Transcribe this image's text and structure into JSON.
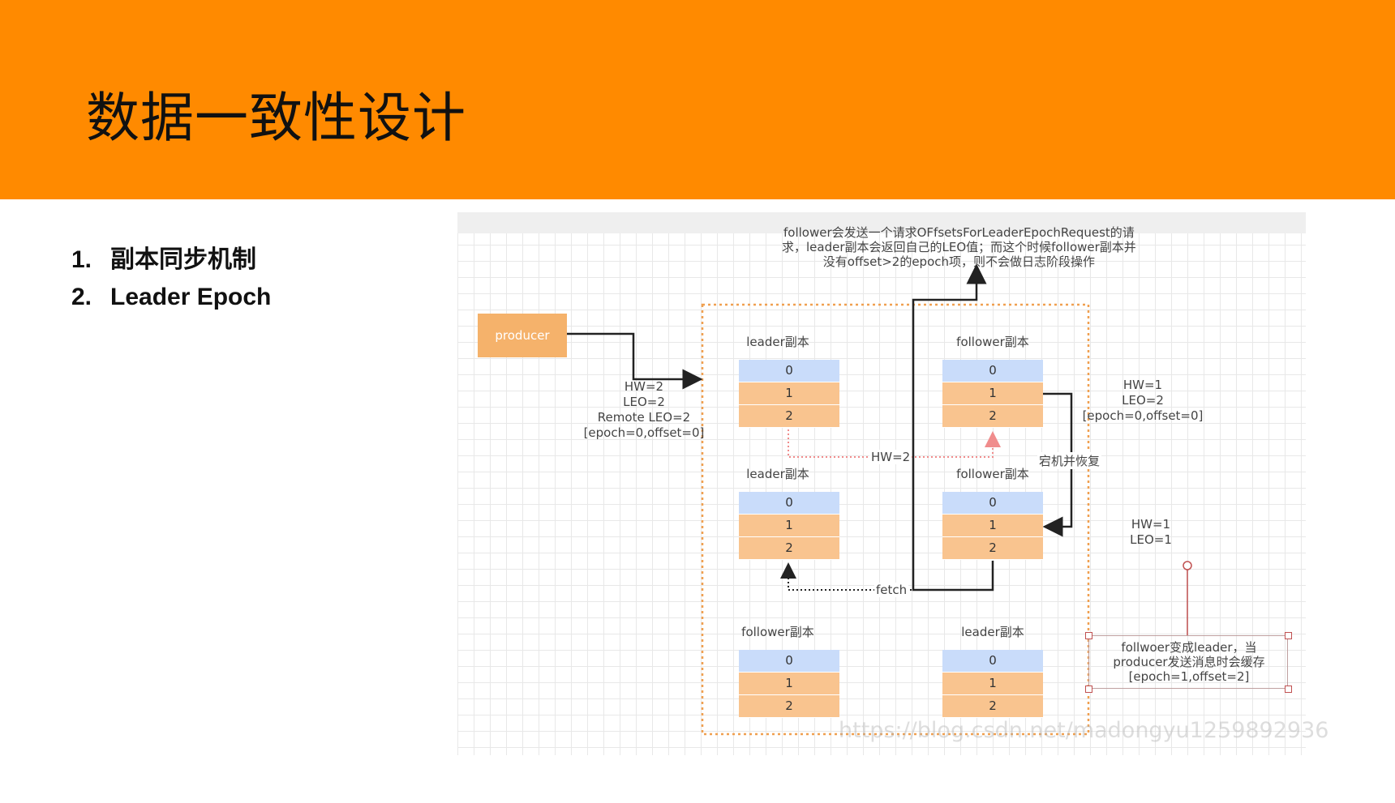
{
  "slide": {
    "title": "数据一致性设计",
    "outline": [
      {
        "number": "1.",
        "text": "副本同步机制"
      },
      {
        "number": "2.",
        "text": "Leader Epoch"
      }
    ]
  },
  "diagram": {
    "producer_label": "producer",
    "top_note": [
      "follower会发送一个请求OFfsetsForLeaderEpochRequest的请",
      "求，leader副本会返回自己的LEO值；而这个时候follower副本并",
      "没有offset>2的epoch项，则不会做日志阶段操作"
    ],
    "left_state": [
      "HW=2",
      "LEO=2",
      "Remote LEO=2",
      "[epoch=0,offset=0]"
    ],
    "right_state_1": [
      "HW=1",
      "LEO=2",
      "[epoch=0,offset=0]"
    ],
    "right_state_2": [
      "HW=1",
      "LEO=1"
    ],
    "hw_label": "HW=2",
    "fetch_label": "fetch",
    "crash_label": "宕机并恢复",
    "bottom_note": [
      "follwoer变成leader，当",
      "producer发送消息时会缓存",
      "[epoch=1,offset=2]"
    ],
    "watermark": "https://blog.csdn.net/madongyu1259892936",
    "replicas": [
      {
        "title": "leader副本",
        "rows": [
          "0",
          "1",
          "2"
        ]
      },
      {
        "title": "follower副本",
        "rows": [
          "0",
          "1",
          "2"
        ]
      },
      {
        "title": "leader副本",
        "rows": [
          "0",
          "1",
          "2"
        ]
      },
      {
        "title": "follower副本",
        "rows": [
          "0",
          "1",
          "2"
        ]
      },
      {
        "title": "follower副本",
        "rows": [
          "0",
          "1",
          "2"
        ]
      },
      {
        "title": "leader副本",
        "rows": [
          "0",
          "1",
          "2"
        ]
      }
    ],
    "colors": {
      "header": "#ff8a00",
      "producer": "#f5b26b",
      "cell_first": "#c9dcfa",
      "cell_rest": "#f9c48f",
      "dotted_border": "#f0a050",
      "crash_mark": "#e03030",
      "hw_arrow": "#f08c8c"
    }
  }
}
